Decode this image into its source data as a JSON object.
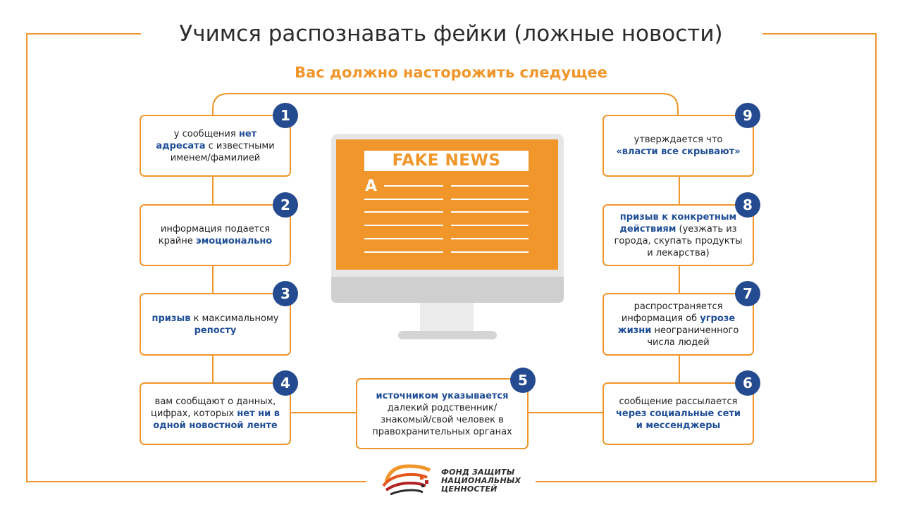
{
  "title": "Учимся распознавать фейки (ложные новости)",
  "subtitle": "Вас должно насторожить следущее",
  "colors": {
    "accent": "#f0962a",
    "badge": "#244a8f",
    "highlight": "#1f4e96",
    "monitor_frame": "#e6e6e6",
    "monitor_stand": "#cfcfcf"
  },
  "monitor": {
    "banner": "FAKE NEWS",
    "letter": "A"
  },
  "items": [
    {
      "number": "1",
      "parts": [
        {
          "t": "у сообщения ",
          "hl": false
        },
        {
          "t": "нет адресата",
          "hl": true
        },
        {
          "t": " с известными именем/фамилией",
          "hl": false
        }
      ]
    },
    {
      "number": "2",
      "parts": [
        {
          "t": "информация подается крайне ",
          "hl": false
        },
        {
          "t": "эмоционально",
          "hl": true
        }
      ]
    },
    {
      "number": "3",
      "parts": [
        {
          "t": "призыв",
          "hl": true
        },
        {
          "t": " к максимальному ",
          "hl": false
        },
        {
          "t": "репосту",
          "hl": true
        }
      ]
    },
    {
      "number": "4",
      "parts": [
        {
          "t": "вам сообщают о данных, цифрах, которых ",
          "hl": false
        },
        {
          "t": "нет ни в одной новостной ленте",
          "hl": true
        }
      ]
    },
    {
      "number": "5",
      "parts": [
        {
          "t": "источником указывается",
          "hl": true
        },
        {
          "t": " далекий родственник/ знакомый/свой человек в правохранительных органах",
          "hl": false
        }
      ]
    },
    {
      "number": "6",
      "parts": [
        {
          "t": "сообщение рассылается ",
          "hl": false
        },
        {
          "t": "через социальные сети и мессенджеры",
          "hl": true
        }
      ]
    },
    {
      "number": "7",
      "parts": [
        {
          "t": "распространяется информация об ",
          "hl": false
        },
        {
          "t": "угрозе жизни",
          "hl": true
        },
        {
          "t": " неограниченного числа людей",
          "hl": false
        }
      ]
    },
    {
      "number": "8",
      "parts": [
        {
          "t": "призыв к конкретным действиям",
          "hl": true
        },
        {
          "t": " (уезжать из города, скупать продукты и лекарства)",
          "hl": false
        }
      ]
    },
    {
      "number": "9",
      "parts": [
        {
          "t": "утверждается что ",
          "hl": false
        },
        {
          "t": "«власти все скрывают»",
          "hl": true
        }
      ]
    }
  ],
  "logo": {
    "icon": "foundation-logo-icon",
    "lines": [
      "ФОНД ЗАЩИТЫ",
      "НАЦИОНАЛЬНЫХ",
      "ЦЕННОСТЕЙ"
    ]
  }
}
